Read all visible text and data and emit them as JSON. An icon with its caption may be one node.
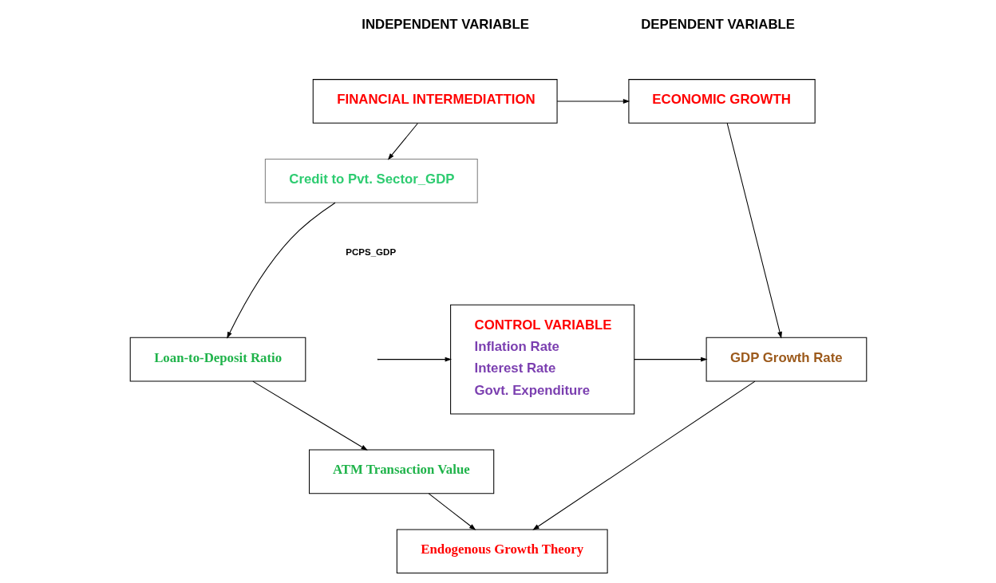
{
  "diagram": {
    "nodes": [
      {
        "text": [
          "FINANCIAL INTERMEDIATTION"
        ]
      },
      {
        "text": [
          "ECONOMIC GROWTH"
        ]
      },
      {
        "text": [
          "Credit to Pvt. Sector_GDP"
        ]
      },
      {
        "text": [
          "CONTROL VARIABLE",
          "Inflation Rate",
          "Interest Rate",
          "Govt. Expenditure"
        ]
      },
      {
        "text": [
          "GDP Growth Rate"
        ]
      },
      {
        "text": [
          "Loan-to-Deposit Ratio"
        ]
      },
      {
        "text": [
          "ATM Transaction Value"
        ]
      },
      {
        "text": [
          "Endogenous Growth Theory"
        ]
      }
    ],
    "edges": [
      {
        "from": 0,
        "to": 1,
        "arrow": "to"
      },
      {
        "from": 0,
        "to": 2,
        "arrow": "to"
      },
      {
        "from": 1,
        "to": 4,
        "arrow": "to"
      },
      {
        "from": 2,
        "to": 5,
        "arrow": "to"
      },
      {
        "from": null,
        "to": 3,
        "arrow": "to"
      },
      {
        "from": 3,
        "to": 4,
        "arrow": "to"
      },
      {
        "from": 5,
        "to": 6,
        "arrow": "to"
      },
      {
        "from": 6,
        "to": 7,
        "arrow": "to"
      },
      {
        "from": 4,
        "to": 7,
        "arrow": "to"
      }
    ],
    "labels": [
      "INDEPENDENT VARIABLE",
      "DEPENDENT VARIABLE",
      "PCPS_GDP"
    ]
  }
}
